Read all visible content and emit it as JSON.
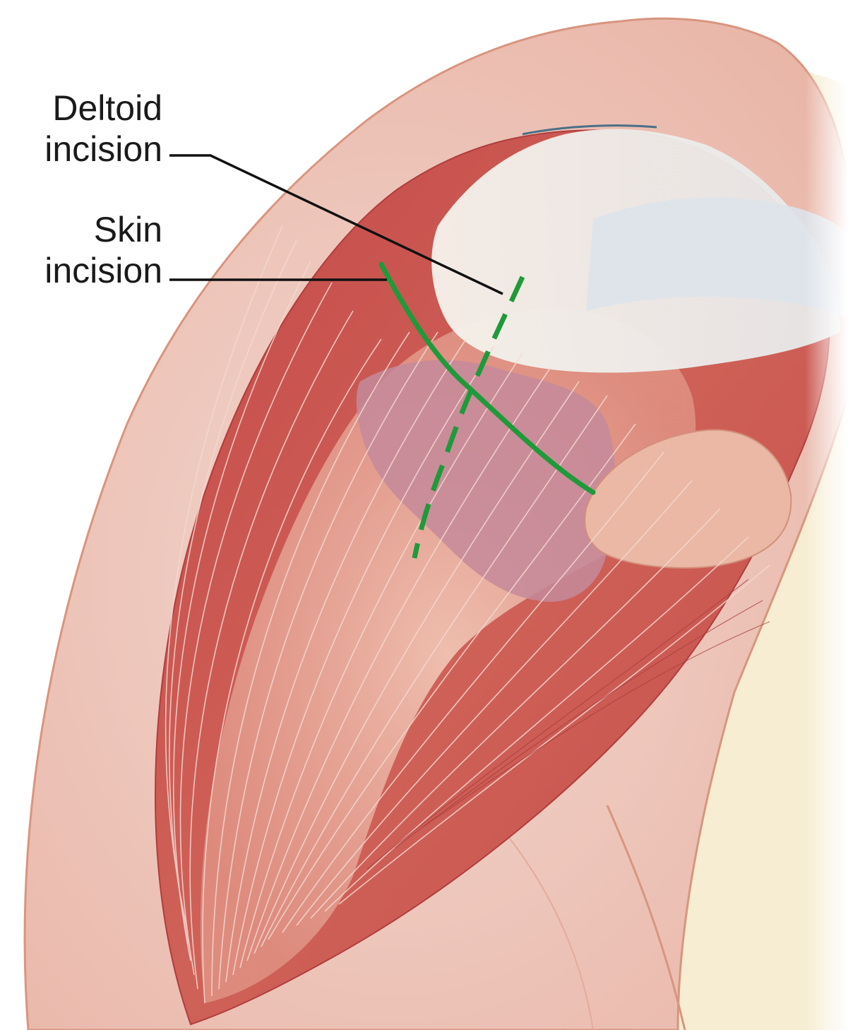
{
  "labels": {
    "deltoid": {
      "line1": "Deltoid",
      "line2": "incision"
    },
    "skin": {
      "line1": "Skin",
      "line2": "incision"
    }
  },
  "colors": {
    "skin": "#f0cfc6",
    "skin_edge": "#d99a8c",
    "muscle": "#c9504f",
    "muscle_light": "#e2a595",
    "capsule": "#b98a9c",
    "acromion": "#f3f0e8",
    "clavicle": "#dfe4e8",
    "bone_yellow": "#f7efd7",
    "incision": "#1e9a3a",
    "leader": "#111111"
  }
}
